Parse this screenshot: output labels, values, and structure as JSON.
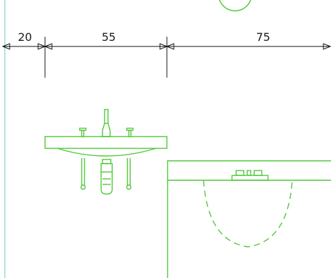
{
  "dimensions": {
    "left": "20",
    "middle": "55",
    "right": "75"
  },
  "colors": {
    "drawing": "#4fc836",
    "dimension_line": "#111111",
    "guide_line": "#7fd3cf",
    "background": "#ffffff"
  }
}
